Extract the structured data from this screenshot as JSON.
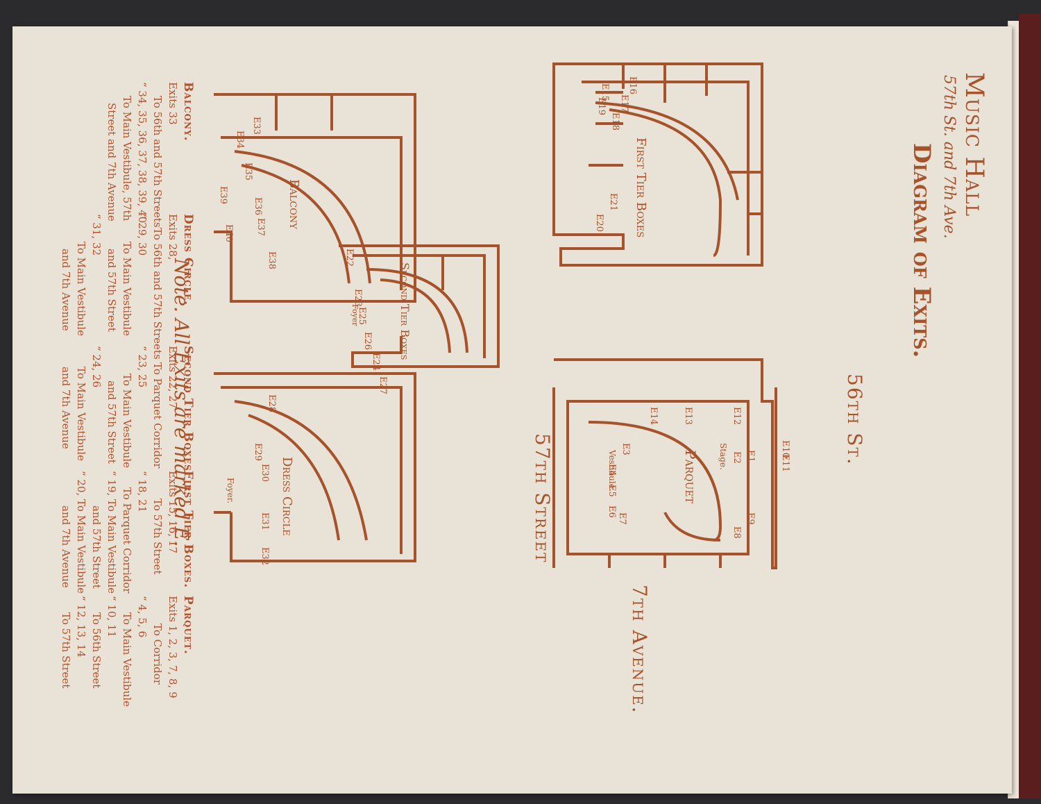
{
  "title": {
    "venue": "Music Hall",
    "address": "57th St. and 7th Ave.",
    "subtitle": "Diagram of Exits."
  },
  "streets": {
    "fifty_sixth": "56th St.",
    "fifty_seventh": "57th Street",
    "seventh_ave": "7th Avenue."
  },
  "plans": {
    "first_tier": "First Tier Boxes",
    "second_tier": "Second Tier Boxes",
    "balcony": "Balcony",
    "dress_circle": "Dress Circle",
    "parquet": "Parquet",
    "stage": "Stage.",
    "vestibule": "Vestibule.",
    "foyer": "Foyer.",
    "foyer2": "Foyer"
  },
  "exit_labels": {
    "first_tier": [
      "E15",
      "E16",
      "E17",
      "E18",
      "E19",
      "E20",
      "E21"
    ],
    "second_tier": [
      "E22",
      "E23",
      "E24",
      "E25",
      "E26",
      "E27"
    ],
    "balcony": [
      "E33",
      "E34",
      "E35",
      "E36",
      "E37",
      "E38",
      "E39",
      "E40"
    ],
    "dress_circle": [
      "E28",
      "E29",
      "E30",
      "E31",
      "E32"
    ],
    "parquet": [
      "E1",
      "E2",
      "E3",
      "E4",
      "E5",
      "E6",
      "E7",
      "E8",
      "E9",
      "E10",
      "E11",
      "E12",
      "E13",
      "E14"
    ]
  },
  "note": "Note. All Exits are marked E.",
  "legend": {
    "parquet": {
      "head": "Parquet.",
      "lines": [
        "Exits 1, 2, 3, 7, 8, 9",
        "To Corridor",
        "“ 4, 5, 6",
        "To Main Vestibule",
        "“ 10, 11",
        "To 56th Street",
        "“ 12, 13, 14",
        "To 57th Street"
      ]
    },
    "first_tier": {
      "head": "First Tier Boxes.",
      "lines": [
        "Exits 15, 16, 17",
        "To 57th Street",
        "“ 18, 21",
        "To Parquet Corridor",
        "“ 19, To Main Vestibule",
        "and 57th Street",
        "“ 20, To Main Vestibule",
        "and 7th Avenue"
      ]
    },
    "second_tier": {
      "head": "Second Tier Boxes.",
      "lines": [
        "Exits 22, 27",
        "To Parquet Corridor",
        "“ 23, 25",
        "To Main Vestibule",
        "and 57th Street",
        "“ 24, 26",
        "To Main Vestibule",
        "and 7th Avenue"
      ]
    },
    "dress_circle": {
      "head": "Dress Circle.",
      "lines": [
        "Exits 28,",
        "To 56th and 57th Streets",
        "“ 29, 30",
        "To Main Vestibule",
        "and 57th Street",
        "“ 31, 32",
        "To Main Vestibule",
        "and 7th Avenue"
      ]
    },
    "balcony": {
      "head": "Balcony.",
      "lines": [
        "Exits 33",
        "To 56th and 57th Streets",
        "“ 34, 35, 36, 37, 38, 39, 40",
        "To Main Vestibule, 57th",
        "Street and 7th Avenue"
      ]
    }
  },
  "colors": {
    "ink": "#a6532b",
    "paper": "#e9e2d7",
    "cover": "#5b1e1e"
  }
}
